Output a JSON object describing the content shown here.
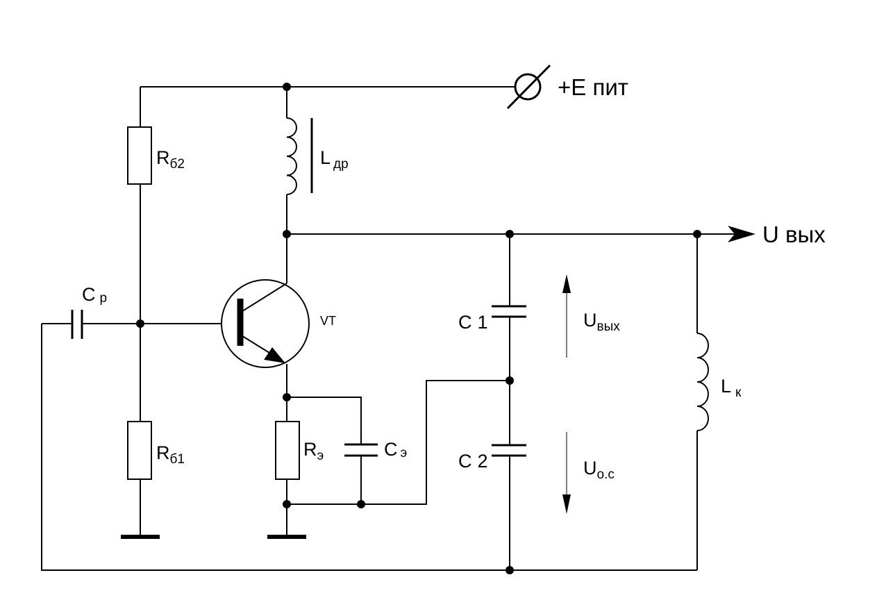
{
  "colors": {
    "ink": "#000000",
    "background": "#ffffff"
  },
  "labels": {
    "supply_main": "+E пит",
    "output_main": "U вых",
    "r_b2_main": "R",
    "r_b2_sub": "б2",
    "r_b1_main": "R",
    "r_b1_sub": "б1",
    "r_e_main": "R",
    "r_e_sub": "э",
    "c_e_main": "C",
    "c_e_sub": "э",
    "c_p_main": "C",
    "c_p_sub": "р",
    "l_dr_main": "L",
    "l_dr_sub": "др",
    "l_k_main": "L",
    "l_k_sub": "к",
    "c1_main": "C",
    "c1_sub": "1",
    "c2_main": "C",
    "c2_sub": "2",
    "u_out_main": "U",
    "u_out_sub": "вых",
    "u_fb_main": "U",
    "u_fb_sub": "о.с",
    "transistor": "VT"
  }
}
